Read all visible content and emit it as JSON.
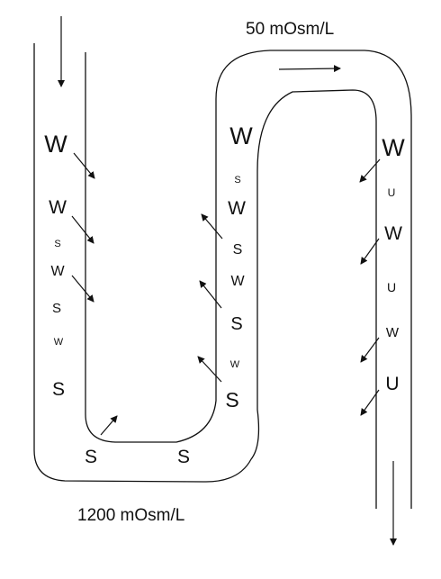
{
  "labels": {
    "top_concentration": "50 mOsm/L",
    "bottom_concentration": "1200 mOsm/L"
  },
  "symbols": {
    "descending_limb": [
      "W",
      "W",
      "S",
      "W",
      "S",
      "W",
      "S"
    ],
    "bottom_bend": [
      "S",
      "S"
    ],
    "middle_limb": [
      "W",
      "S",
      "W",
      "S",
      "W",
      "S",
      "W",
      "S"
    ],
    "ascending_limb": [
      "W",
      "U",
      "W",
      "U",
      "W",
      "U"
    ]
  }
}
